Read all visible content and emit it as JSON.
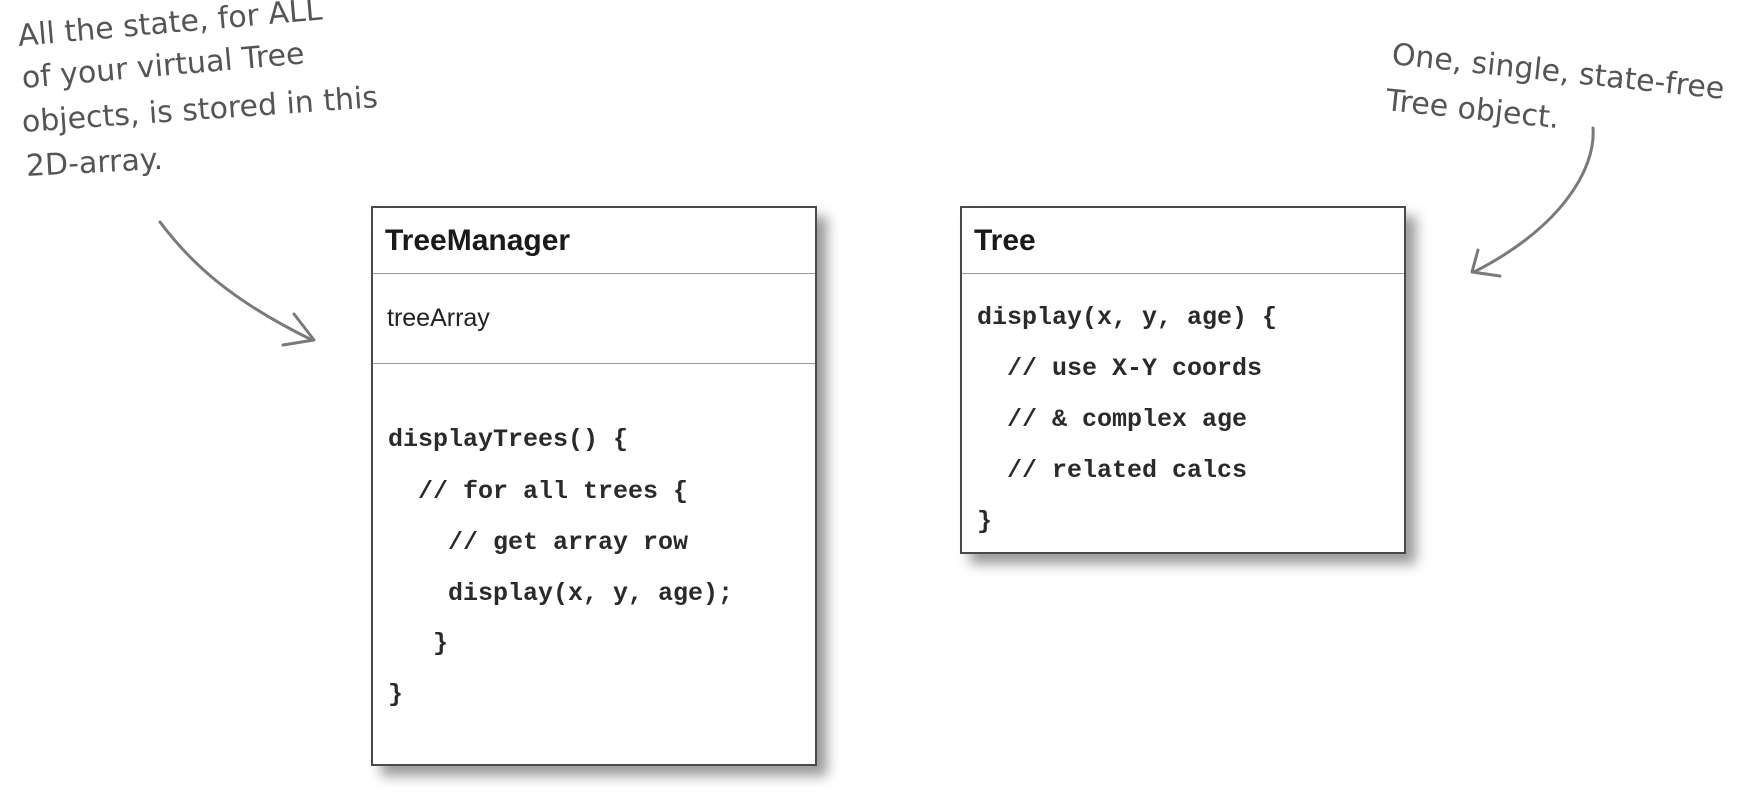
{
  "annotations": {
    "left": [
      "All the state, for ALL",
      "of your virtual Tree",
      "objects, is stored in this",
      "2D-array."
    ],
    "right": [
      "One, single, state-free",
      "Tree object."
    ]
  },
  "tree_manager": {
    "title": "TreeManager",
    "attribute": "treeArray",
    "code": [
      "displayTrees() {",
      "  // for all trees {",
      "    // get array row",
      "    display(x, y, age);",
      "   }",
      "}"
    ]
  },
  "tree": {
    "title": "Tree",
    "code": [
      "display(x, y, age) {",
      "  // use X-Y coords",
      "  // & complex age",
      "  // related calcs",
      "}"
    ]
  }
}
